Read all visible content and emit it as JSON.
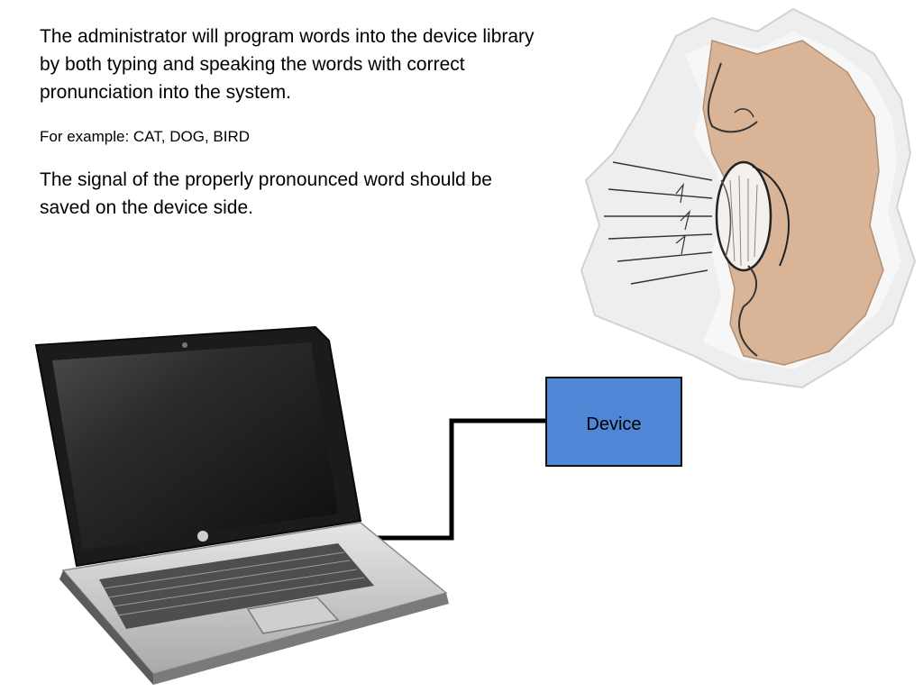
{
  "slide": {
    "paragraphs": [
      "The administrator will program words into the device library by both typing and speaking the words with correct pronunciation into the system.",
      "For example: CAT, DOG, BIRD",
      "The signal of the properly pronounced word should be saved on the device side."
    ],
    "device_label": "Device"
  },
  "colors": {
    "background": "#ffffff",
    "device_fill": "#4f86d5",
    "line": "#000000",
    "skin": "#d9b496"
  },
  "icons": [
    "laptop-icon",
    "speaking-face-sketch-icon"
  ]
}
